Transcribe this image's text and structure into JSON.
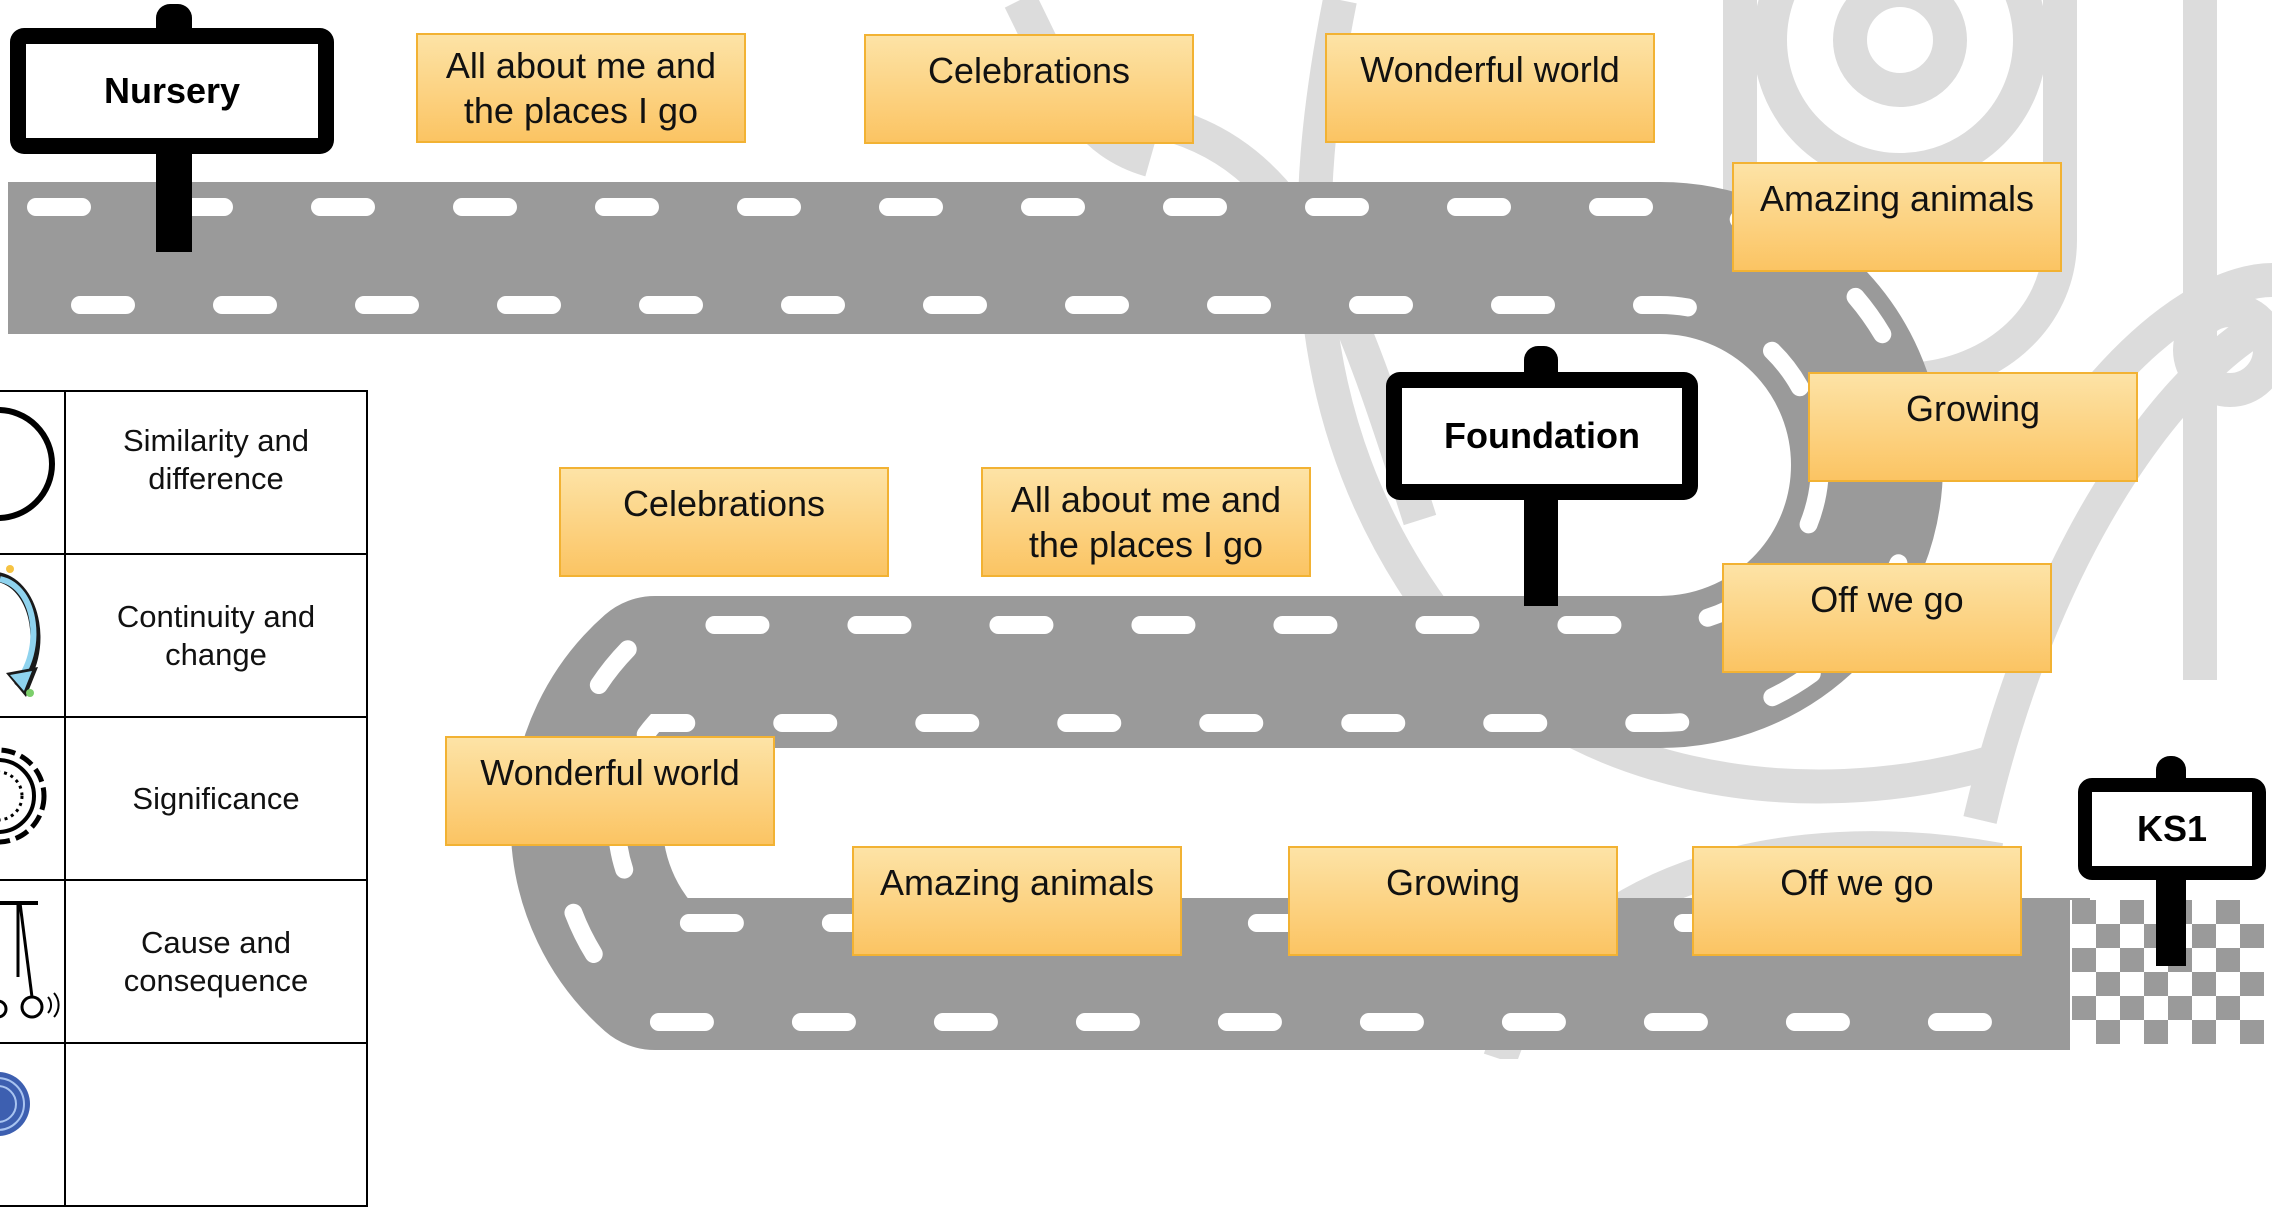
{
  "signs": {
    "nursery": "Nursery",
    "foundation": "Foundation",
    "ks1": "KS1"
  },
  "nursery_topics": [
    "All about me and the places I go",
    "Celebrations",
    "Wonderful world",
    "Amazing animals",
    "Growing",
    "Off we go"
  ],
  "foundation_topics": [
    "Celebrations",
    "All about me and the places I go",
    "Wonderful world",
    "Amazing animals",
    "Growing",
    "Off we go"
  ],
  "legend": [
    {
      "label": "Similarity and difference",
      "icon": "circle-icon"
    },
    {
      "label": "Continuity and change",
      "icon": "cycle-arrows-icon"
    },
    {
      "label": "Significance",
      "icon": "gear-icon"
    },
    {
      "label": "Cause and consequence",
      "icon": "pendulum-icon"
    },
    {
      "label": "",
      "icon": "fingerprint-icon"
    }
  ],
  "colors": {
    "road": "#999999",
    "road_marking": "#ffffff",
    "topic_fill": "#fcd483",
    "topic_border": "#f2b233",
    "sign_border": "#000000",
    "background_motif": "#d9d9d9"
  }
}
